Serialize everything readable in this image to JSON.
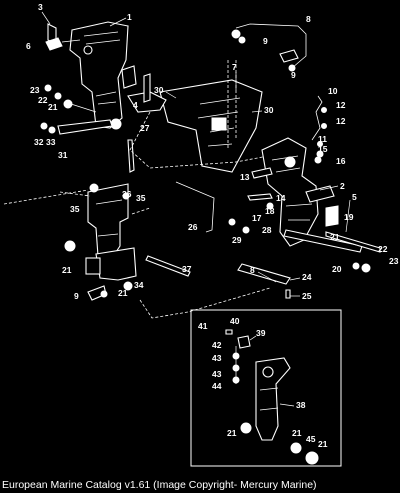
{
  "callouts": [
    "1",
    "2",
    "3",
    "4",
    "5",
    "6",
    "7",
    "8",
    "9",
    "10",
    "11",
    "12",
    "13",
    "14",
    "15",
    "16",
    "17",
    "18",
    "19",
    "20",
    "21",
    "22",
    "23",
    "24",
    "25",
    "26",
    "27",
    "28",
    "29",
    "30",
    "31",
    "32",
    "33",
    "34",
    "35",
    "36",
    "37",
    "38",
    "39",
    "40",
    "41",
    "42",
    "43",
    "44",
    "45"
  ],
  "caption": "European Marine Catalog v1.61 (Image Copyright- Mercury Marine)",
  "colors": {
    "background": "#000000",
    "line_art": "#ffffff"
  }
}
